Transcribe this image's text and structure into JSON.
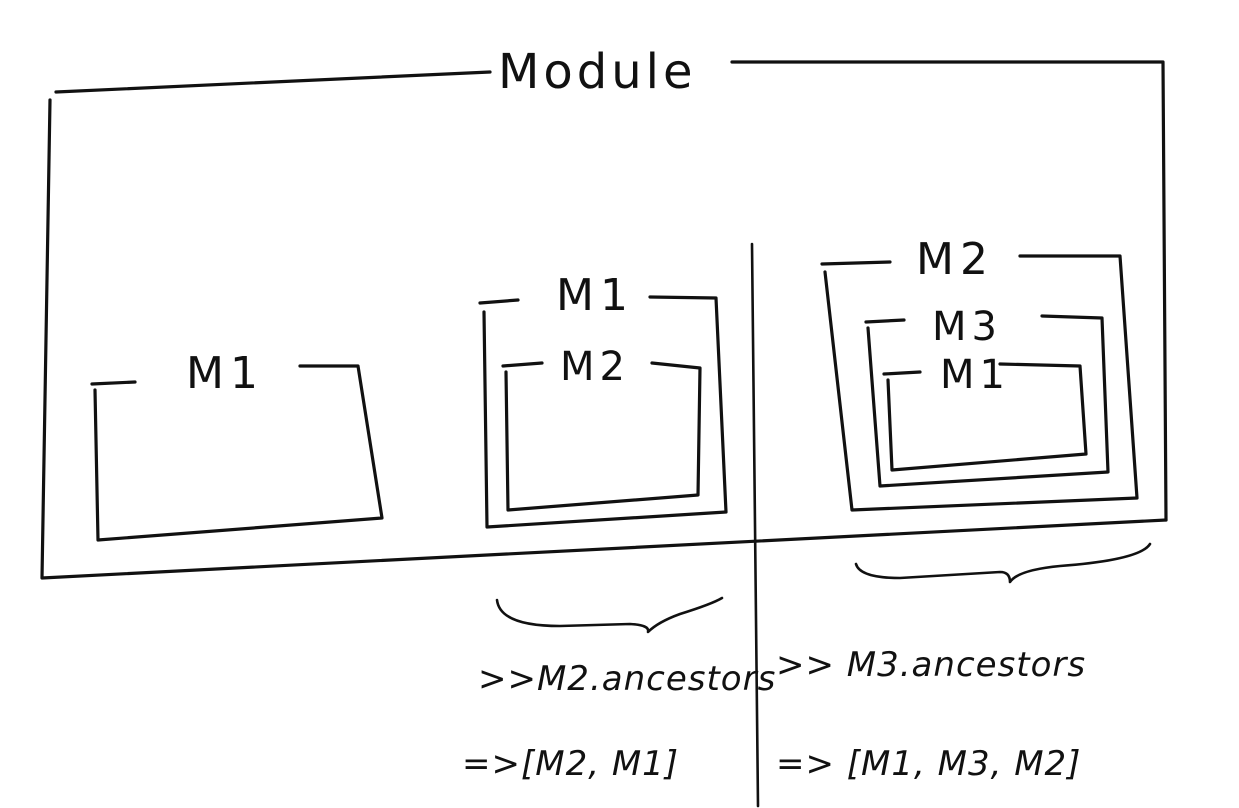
{
  "diagram": {
    "title": "Module",
    "example1": {
      "outer": "M1"
    },
    "example2": {
      "outer": "M1",
      "inner": "M2"
    },
    "example3": {
      "outer": "M2",
      "middle": "M3",
      "inner": "M1"
    },
    "query_left": ">>M2.ancestors",
    "result_left": "=>[M2, M1]",
    "query_right": ">> M3.ancestors",
    "result_right": "=> [M1, M3, M2]"
  },
  "colors": {
    "ink": "#111111",
    "paper": "#ffffff"
  }
}
